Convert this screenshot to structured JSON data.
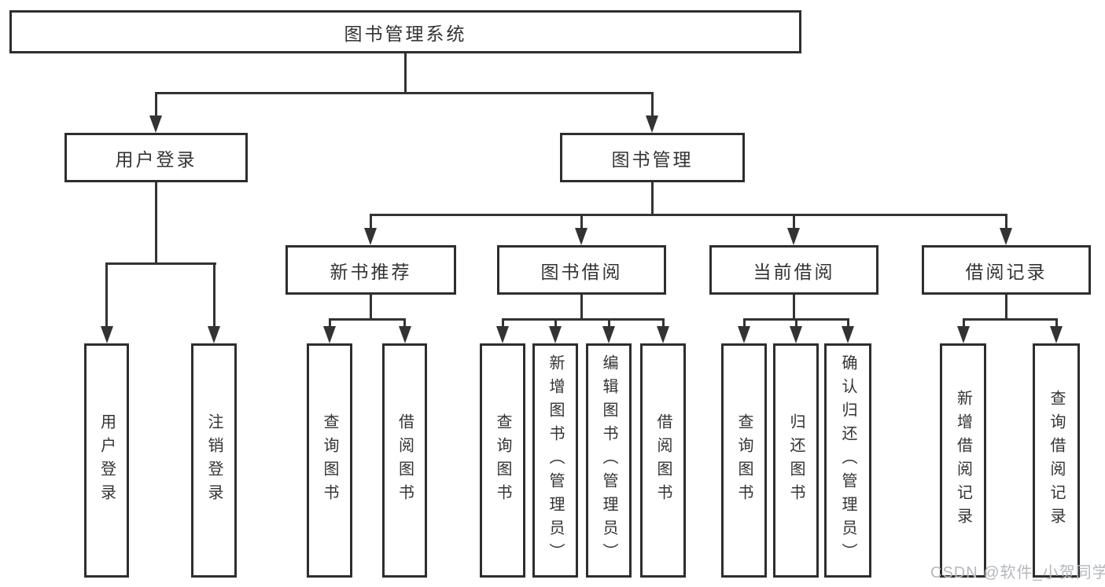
{
  "tree": {
    "label": "图书管理系统",
    "children": [
      {
        "label": "用户登录",
        "children": [
          {
            "label": "用户登录"
          },
          {
            "label": "注销登录"
          }
        ]
      },
      {
        "label": "图书管理",
        "children": [
          {
            "label": "新书推荐",
            "children": [
              {
                "label": "查询图书"
              },
              {
                "label": "借阅图书"
              }
            ]
          },
          {
            "label": "图书借阅",
            "children": [
              {
                "label": "查询图书"
              },
              {
                "label": "新增图书（管理员）"
              },
              {
                "label": "编辑图书（管理员）"
              },
              {
                "label": "借阅图书"
              }
            ]
          },
          {
            "label": "当前借阅",
            "children": [
              {
                "label": "查询图书"
              },
              {
                "label": "归还图书"
              },
              {
                "label": "确认归还（管理员）"
              }
            ]
          },
          {
            "label": "借阅记录",
            "children": [
              {
                "label": "新增借阅记录"
              },
              {
                "label": "查询借阅记录"
              }
            ]
          }
        ]
      }
    ]
  },
  "watermark": {
    "text": "CSDN @软件_小贺同学"
  },
  "colors": {
    "background": "#ffffff",
    "border": "#2e2e2e",
    "line": "#333333",
    "text": "#333333",
    "watermark": "#b4b8bc"
  }
}
